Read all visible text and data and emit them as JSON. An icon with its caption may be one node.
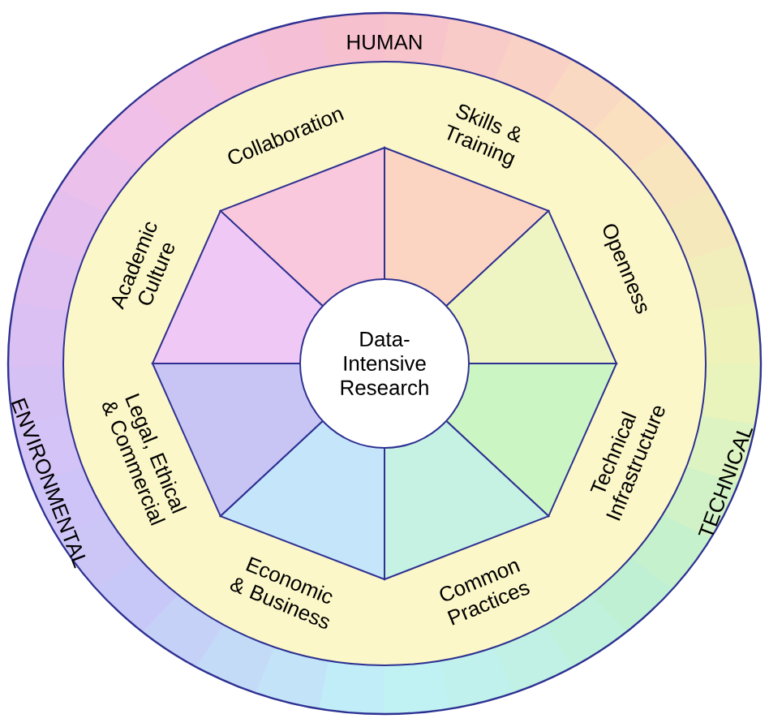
{
  "diagram": {
    "nodes": [
      {
        "text": [
          "Data-Intensive Research"
        ]
      },
      {
        "text": [
          "Collaboration"
        ]
      },
      {
        "text": [
          "Skills & Training"
        ]
      },
      {
        "text": [
          "Openness"
        ]
      },
      {
        "text": [
          "Technical Infrastructure"
        ]
      },
      {
        "text": [
          "Common Practices"
        ]
      },
      {
        "text": [
          "Economic & Business"
        ]
      },
      {
        "text": [
          "Legal, Ethical & Commercial"
        ]
      },
      {
        "text": [
          "Academic Culture"
        ]
      }
    ],
    "labels": [
      "HUMAN",
      "TECHNICAL",
      "ENVIRONMENTAL"
    ]
  }
}
